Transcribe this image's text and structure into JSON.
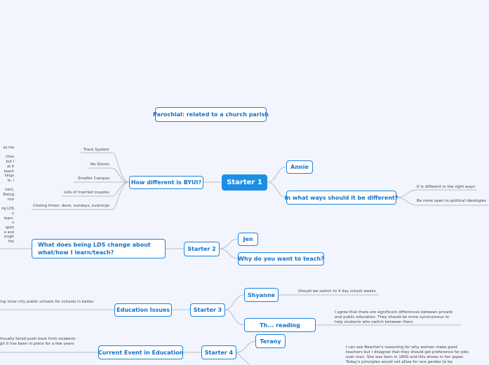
{
  "colors": {
    "accent": "#1b8fe6",
    "border": "#1b84dd",
    "text": "#1670c8",
    "background": "#f2f5fd"
  },
  "nodes": {
    "parochial": "Parochial: related to a church parish",
    "starter1": "Starter 1",
    "annie": "Annie",
    "in_what_ways": "In what ways should it be different?",
    "how_different": "How different is BYUI?",
    "starter2": "Starter 2",
    "jen": "Jen",
    "why_teach": "Why do you want to teach?",
    "what_lds": "What does being LDS change about what/how I learn/teach?",
    "starter3": "Starter 3",
    "education_issues": "Education Issues",
    "shyanne": "Shyanne",
    "reading": "Th... reading",
    "terany": "Terany",
    "starter4": "Starter 4",
    "current_event": "Current Event in Education"
  },
  "leaves": {
    "track_system": "Track System",
    "no_shorts": "No Shorts",
    "smaller_campus": "Smaller Campus",
    "married_couples": "Lots of married couples",
    "closing_times": "Closing times: devo, sundays, evenings",
    "right_ways": "It is different in the right ways",
    "political": "Be more open to political ideologies",
    "inner_city": "ing inner city public schools for schools in better",
    "four_day": "Should we switch to 4 day school weeks",
    "private_public": "I agree that there are significant differences between private and public education. They should be more synonymous to help students who switch between them.",
    "push_back_1": "tinually faced push back from students",
    "push_back_2": "gh it has been in place for a few years",
    "beecher": "I can see Beecher's reasoning for why women make good teachers but I disagree that they should get preference for jobs over men. She was born in 1800 and this shows in her paper. Today's principles would not allow for one gender to be"
  },
  "fragment_lines": [
    "es me",
    "",
    "ctive",
    "but I",
    "at it",
    "teach",
    "hings",
    "le. I",
    "",
    "nent,",
    "fbeing",
    "nce",
    "",
    "ng LDS",
    "n",
    "learn.",
    "s",
    "igion",
    "e and",
    "rough",
    "the"
  ]
}
